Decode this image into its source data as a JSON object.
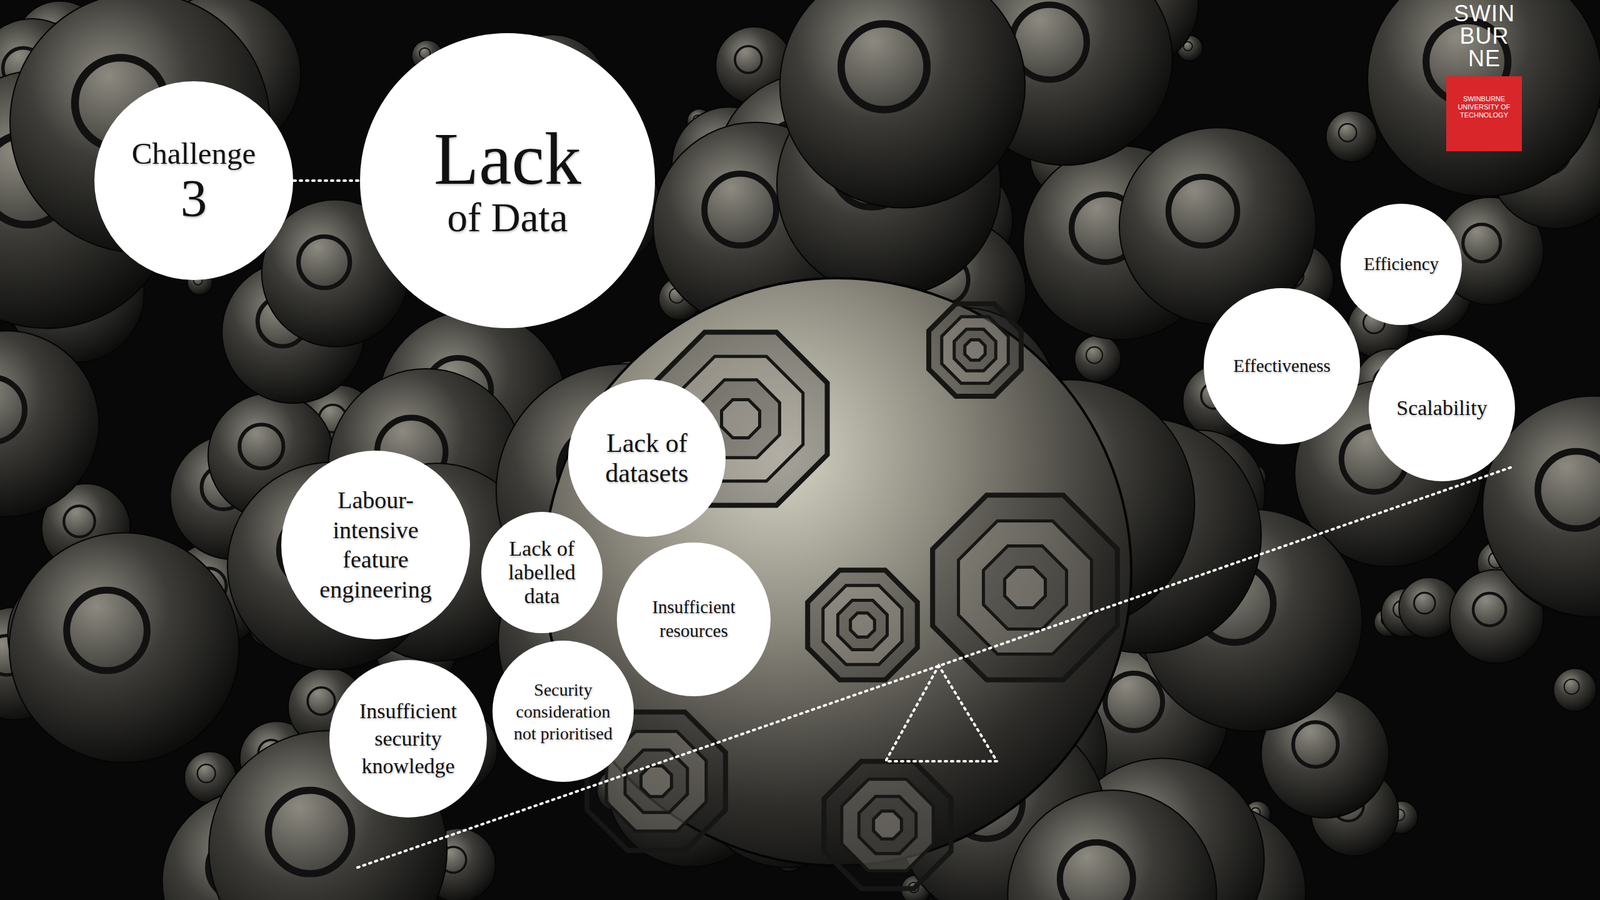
{
  "diagram": {
    "nodes": [
      {
        "text": [
          "Challenge",
          "3"
        ]
      },
      {
        "text": [
          "Lack",
          "of Data"
        ]
      },
      {
        "text": [
          "Efficiency"
        ]
      },
      {
        "text": [
          "Effectiveness"
        ]
      },
      {
        "text": [
          "Scalability"
        ]
      },
      {
        "text": [
          "Lack of datasets"
        ]
      },
      {
        "text": [
          "Labour-intensive feature engineering"
        ]
      },
      {
        "text": [
          "Lack of labelled data"
        ]
      },
      {
        "text": [
          "Insufficient resources"
        ]
      },
      {
        "text": [
          "Insufficient security knowledge"
        ]
      },
      {
        "text": [
          "Security consideration not prioritised"
        ]
      }
    ],
    "edges": [
      {
        "from": 0,
        "to": 1,
        "arrow": "none"
      }
    ],
    "labels": [
      "SWIN BUR NE",
      "SWINBURNE UNIVERSITY OF TECHNOLOGY"
    ]
  }
}
